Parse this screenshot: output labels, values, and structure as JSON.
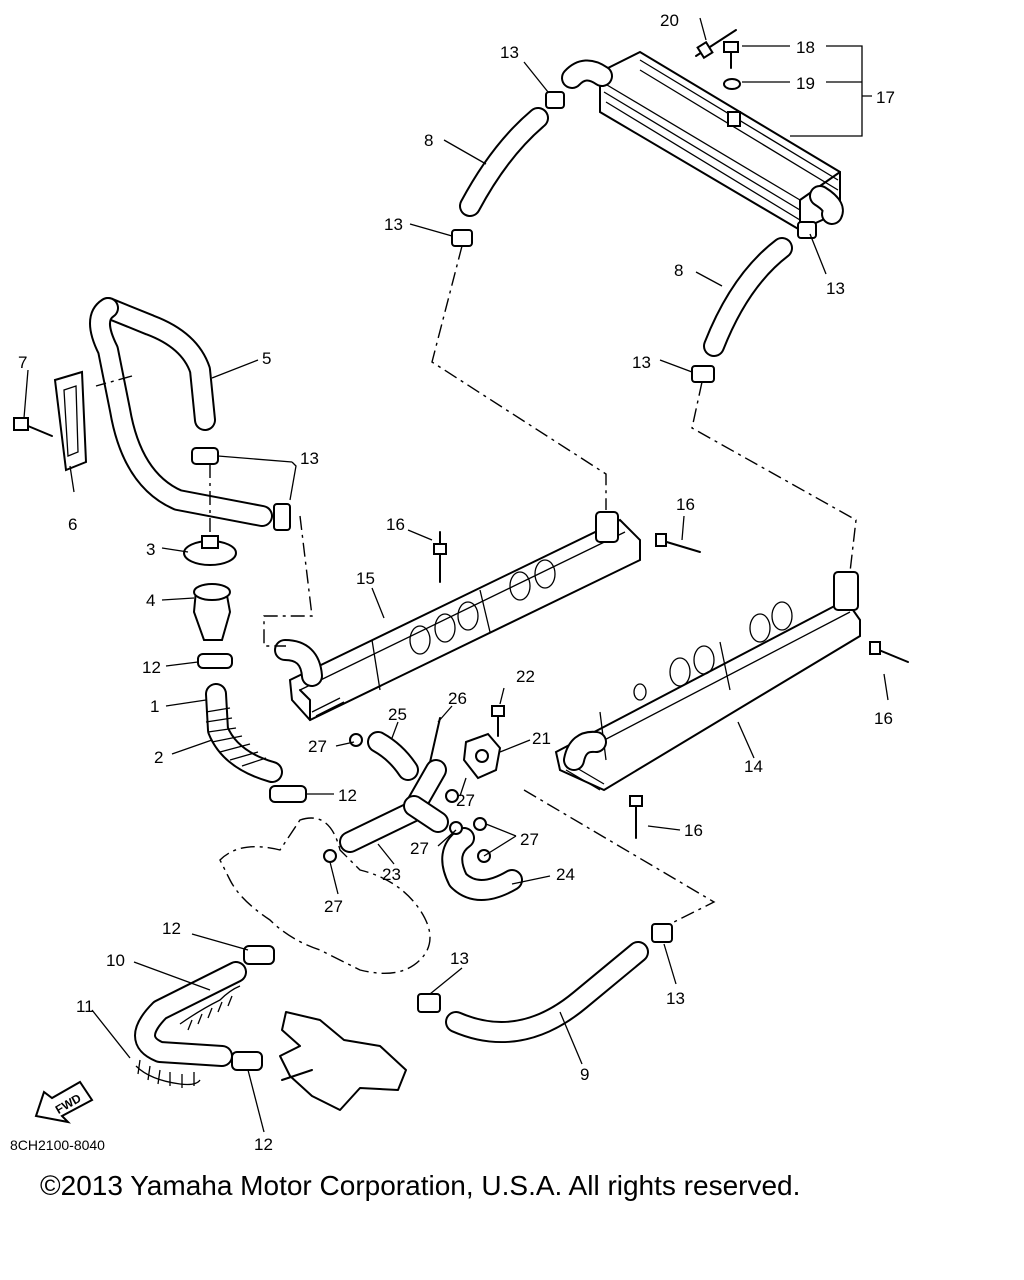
{
  "diagram": {
    "part_code": "8CH2100-8040",
    "fwd_label": "FWD",
    "callouts": {
      "c1": "1",
      "c2": "2",
      "c3": "3",
      "c4": "4",
      "c5": "5",
      "c6": "6",
      "c7": "7",
      "c8a": "8",
      "c8b": "8",
      "c9": "9",
      "c10": "10",
      "c11": "11",
      "c12a": "12",
      "c12b": "12",
      "c12c": "12",
      "c12d": "12",
      "c13a": "13",
      "c13b": "13",
      "c13c": "13",
      "c13d": "13",
      "c13e": "13",
      "c13f": "13",
      "c13g": "13",
      "c14": "14",
      "c15": "15",
      "c16a": "16",
      "c16b": "16",
      "c16c": "16",
      "c16d": "16",
      "c17": "17",
      "c18": "18",
      "c19": "19",
      "c20": "20",
      "c21": "21",
      "c22": "22",
      "c23": "23",
      "c24": "24",
      "c25": "25",
      "c26": "26",
      "c27a": "27",
      "c27b": "27",
      "c27c": "27",
      "c27d": "27",
      "c27e": "27"
    }
  },
  "footer": {
    "copyright": "©2013 Yamaha Motor Corporation, U.S.A. All rights reserved."
  }
}
